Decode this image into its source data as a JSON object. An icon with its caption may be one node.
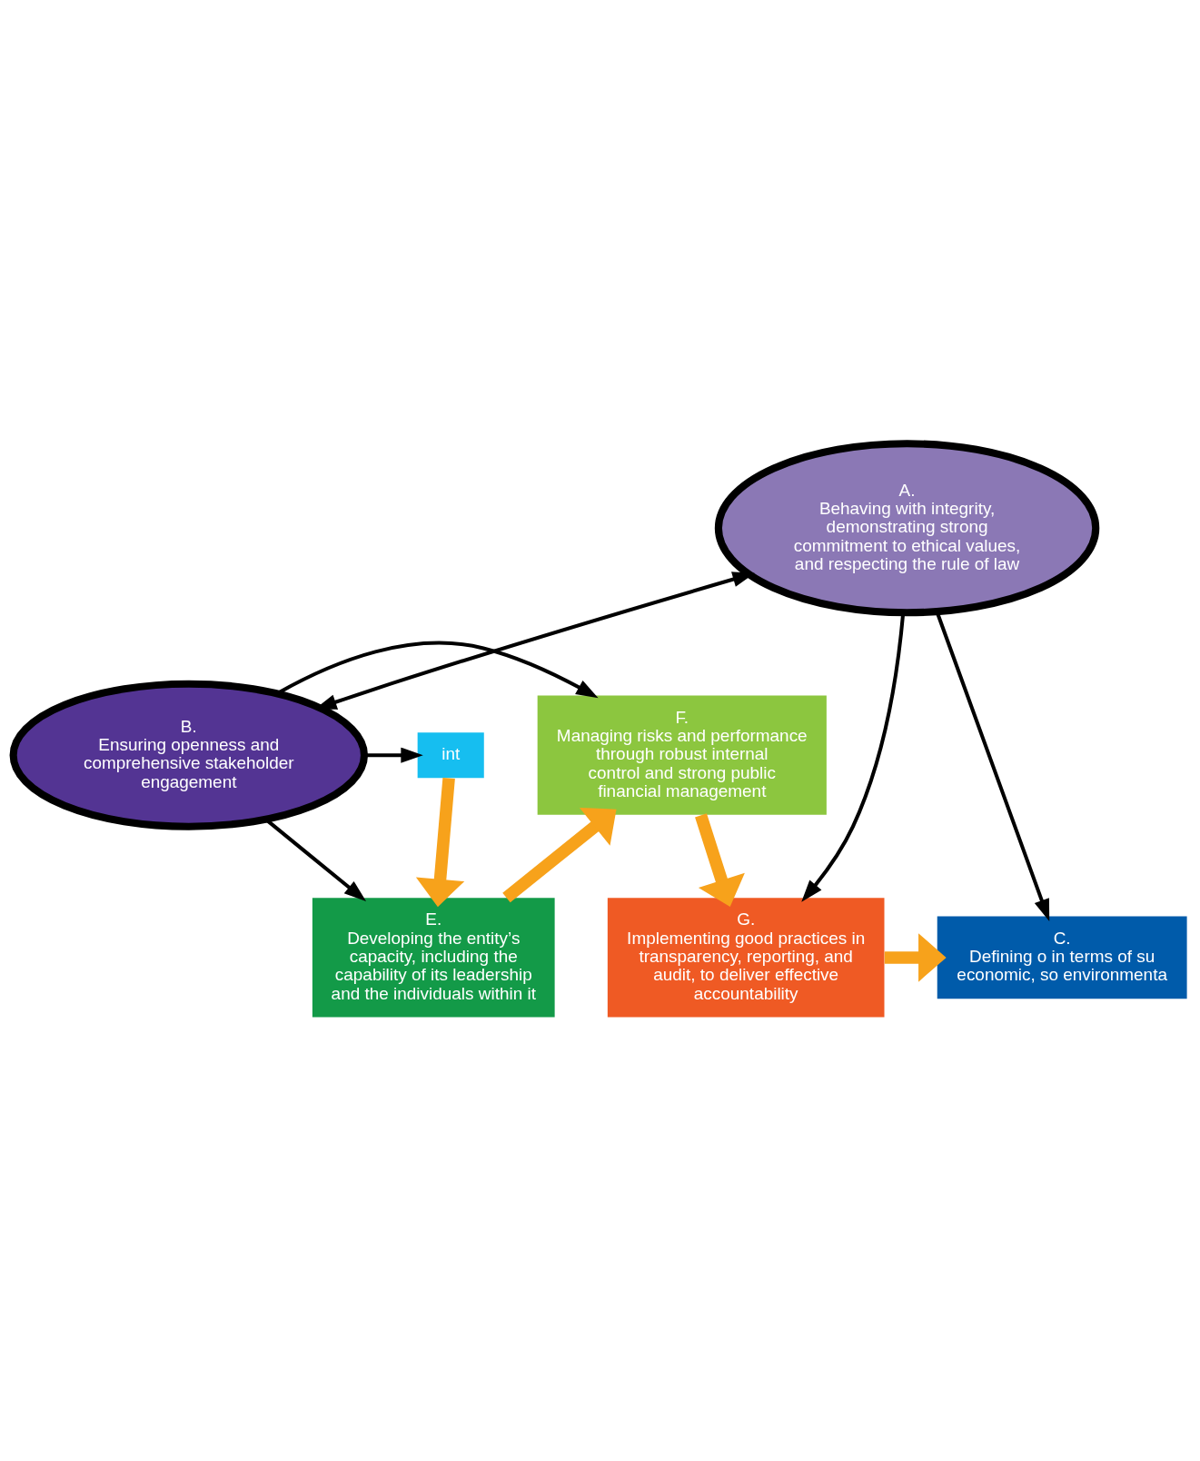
{
  "diagram": {
    "nodes": [
      {
        "text": [
          "A.",
          "Behaving with integrity, demonstrating strong commitment to ethical values, and respecting the rule of law"
        ]
      },
      {
        "text": [
          "B.",
          "Ensuring openness and comprehensive stakeholder engagement"
        ]
      },
      {
        "text": [
          "C.",
          "Defining o in terms of su economic, so environmenta"
        ]
      },
      {
        "text": [
          "int"
        ]
      },
      {
        "text": [
          "E.",
          "Developing the entity’s capacity, including the capability of its leadership and the individuals within it"
        ]
      },
      {
        "text": [
          "F.",
          "Managing risks and performance through robust internal control and strong public financial management"
        ]
      },
      {
        "text": [
          "G.",
          "Implementing good practices in transparency, reporting, and audit, to deliver effective accountability"
        ]
      }
    ],
    "edges": [
      {
        "from": 0,
        "to": 6,
        "arrow": "to"
      },
      {
        "from": 0,
        "to": 2,
        "arrow": "to"
      },
      {
        "from": 0,
        "to": 1,
        "arrow": "both"
      },
      {
        "from": 1,
        "to": 3,
        "arrow": "to"
      },
      {
        "from": 1,
        "to": 4,
        "arrow": "to"
      },
      {
        "from": 1,
        "to": 5,
        "arrow": "to"
      },
      {
        "from": 6,
        "to": 2,
        "arrow": "to",
        "style": "thick",
        "color": "#f7a21b"
      },
      {
        "from": 3,
        "to": 4,
        "arrow": "to",
        "style": "thick",
        "color": "#f7a21b"
      },
      {
        "from": 4,
        "to": 5,
        "arrow": "to",
        "style": "thick",
        "color": "#f7a21b"
      },
      {
        "from": 5,
        "to": 6,
        "arrow": "to",
        "style": "thick",
        "color": "#f7a21b"
      }
    ]
  }
}
